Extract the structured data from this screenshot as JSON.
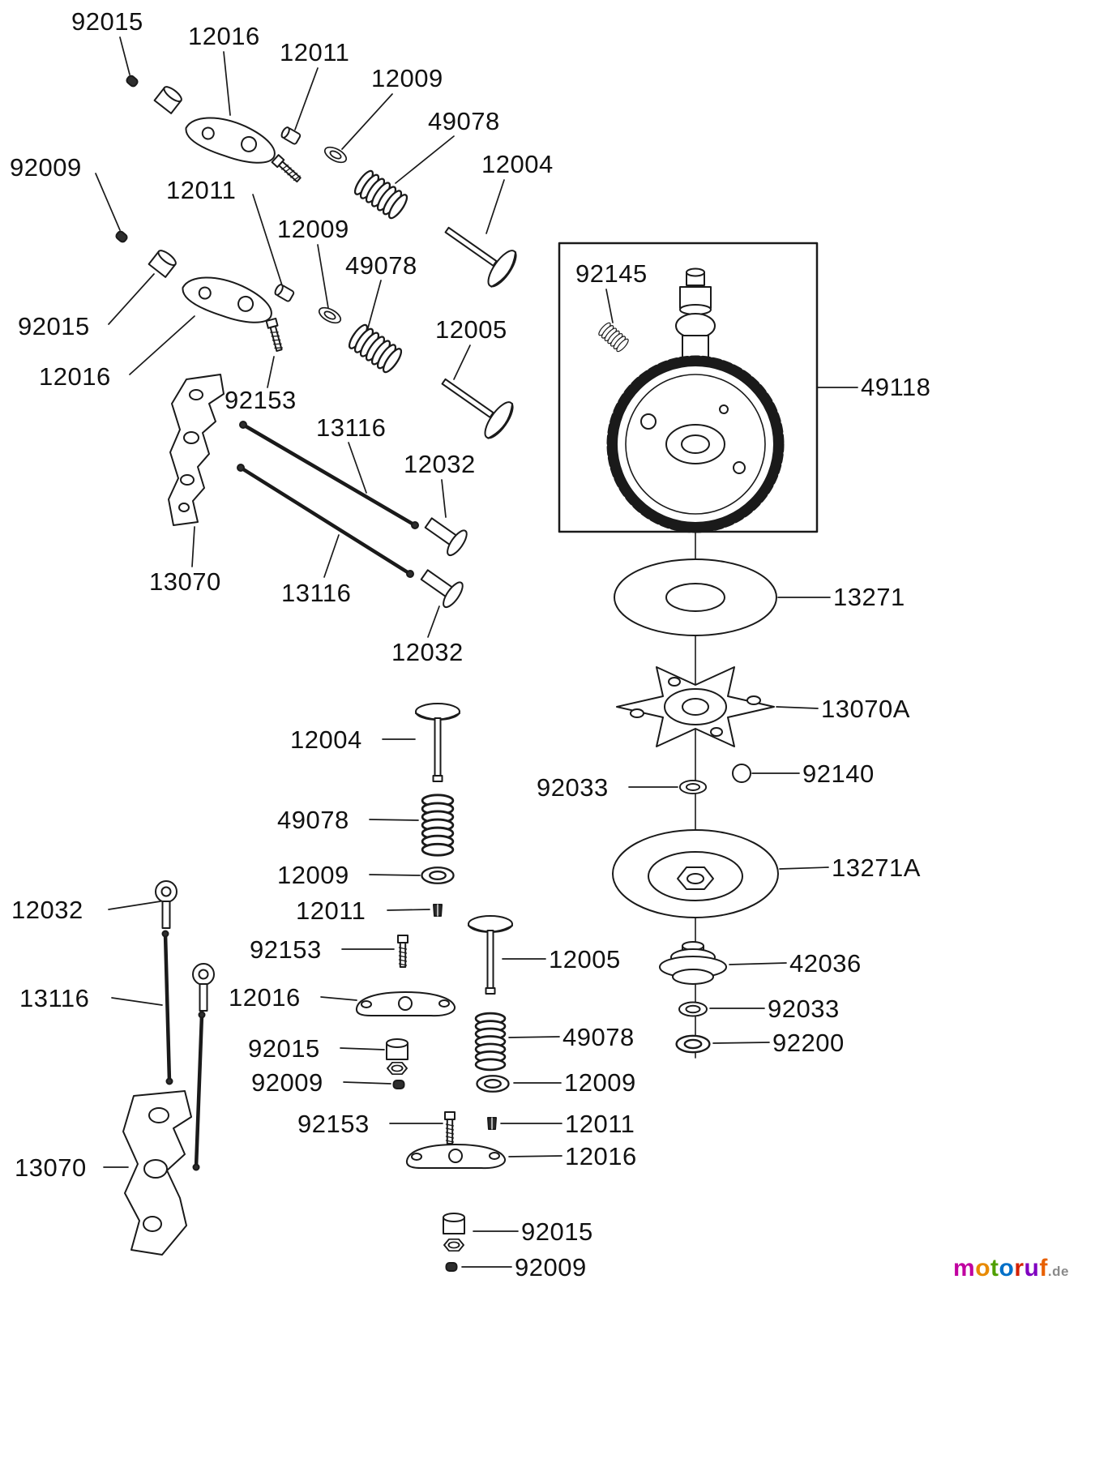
{
  "page": {
    "background": "#ffffff",
    "line_color": "#1a1a1a",
    "label_color": "#111111"
  },
  "labels": [
    {
      "text": "92015"
    },
    {
      "text": "12016"
    },
    {
      "text": "12011"
    },
    {
      "text": "12009"
    },
    {
      "text": "49078"
    },
    {
      "text": "12004"
    },
    {
      "text": "92009"
    },
    {
      "text": "12011"
    },
    {
      "text": "12009"
    },
    {
      "text": "49078"
    },
    {
      "text": "92015"
    },
    {
      "text": "12005"
    },
    {
      "text": "12016"
    },
    {
      "text": "92153"
    },
    {
      "text": "13116"
    },
    {
      "text": "12032"
    },
    {
      "text": "92145"
    },
    {
      "text": "49118"
    },
    {
      "text": "13070"
    },
    {
      "text": "13116"
    },
    {
      "text": "13271"
    },
    {
      "text": "12032"
    },
    {
      "text": "13070A"
    },
    {
      "text": "12004"
    },
    {
      "text": "92140"
    },
    {
      "text": "92033"
    },
    {
      "text": "49078"
    },
    {
      "text": "13271A"
    },
    {
      "text": "12009"
    },
    {
      "text": "12011"
    },
    {
      "text": "12032"
    },
    {
      "text": "92153"
    },
    {
      "text": "13116"
    },
    {
      "text": "12016"
    },
    {
      "text": "12005"
    },
    {
      "text": "42036"
    },
    {
      "text": "92033"
    },
    {
      "text": "92200"
    },
    {
      "text": "92015"
    },
    {
      "text": "49078"
    },
    {
      "text": "92009"
    },
    {
      "text": "12009"
    },
    {
      "text": "92153"
    },
    {
      "text": "12011"
    },
    {
      "text": "13070"
    },
    {
      "text": "12016"
    },
    {
      "text": "92015"
    },
    {
      "text": "92009"
    }
  ],
  "watermark": {
    "letters": [
      {
        "ch": "m",
        "color": "#c000a0"
      },
      {
        "ch": "o",
        "color": "#e88a00"
      },
      {
        "ch": "t",
        "color": "#4f9f00"
      },
      {
        "ch": "o",
        "color": "#0070c8"
      },
      {
        "ch": "r",
        "color": "#d42000"
      },
      {
        "ch": "u",
        "color": "#8000c0"
      },
      {
        "ch": "f",
        "color": "#e86000"
      }
    ],
    "suffix": ".de",
    "suffix_color": "#8a8a8a"
  }
}
